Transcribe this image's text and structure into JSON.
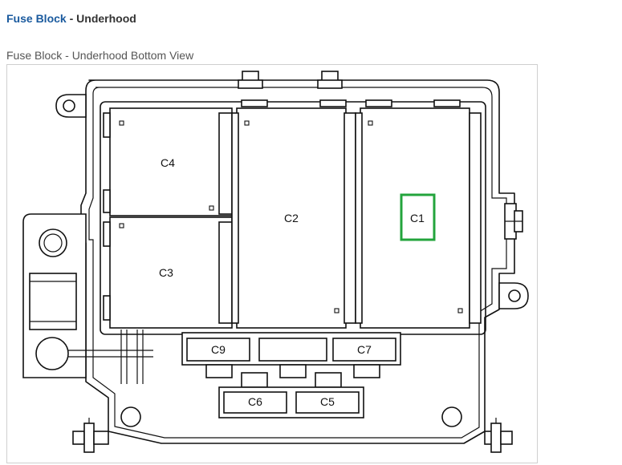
{
  "header": {
    "link_text": "Fuse Block",
    "separator": " - ",
    "suffix": "Underhood"
  },
  "figure": {
    "caption": "Fuse Block - Underhood Bottom View",
    "highlight_color": "#23a43c",
    "connectors": {
      "c1": "C1",
      "c2": "C2",
      "c3": "C3",
      "c4": "C4",
      "c5": "C5",
      "c6": "C6",
      "c7": "C7",
      "c9": "C9"
    },
    "highlighted_connector": "C1"
  }
}
